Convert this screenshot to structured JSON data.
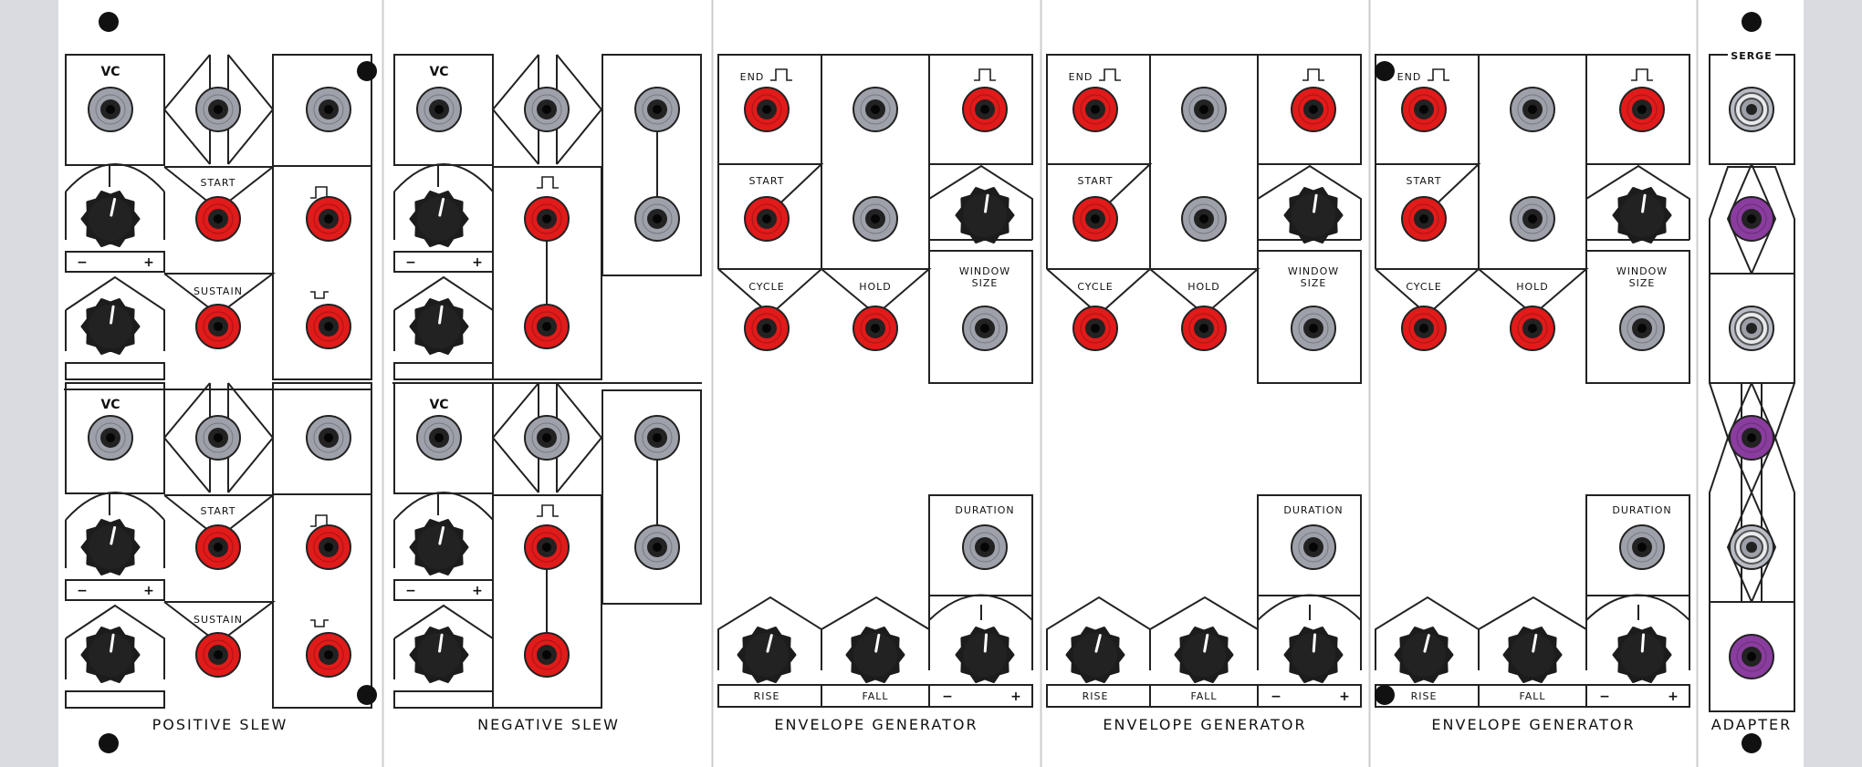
{
  "rack": {
    "colors": {
      "background": "#d9dbe1",
      "panel": "#ffffff",
      "line": "#222222",
      "jack_red": "#e11a1a",
      "jack_gray": "#9ea1aa",
      "jack_purple": "#8a3d9e",
      "knob": "#1c1c1c"
    },
    "modules": [
      {
        "footer": "POSITIVE SLEW",
        "sections": [
          {
            "vc": "VC",
            "start": "START",
            "sustain": "SUSTAIN",
            "minus": "−",
            "plus": "+"
          },
          {
            "vc": "VC",
            "start": "START",
            "sustain": "SUSTAIN",
            "minus": "−",
            "plus": "+"
          }
        ]
      },
      {
        "footer": "NEGATIVE SLEW",
        "sections": [
          {
            "vc": "VC",
            "minus": "−",
            "plus": "+"
          },
          {
            "vc": "VC",
            "minus": "−",
            "plus": "+"
          }
        ]
      },
      {
        "footer": "ENVELOPE GENERATOR",
        "labels": {
          "end": "END",
          "start": "START",
          "cycle": "CYCLE",
          "hold": "HOLD",
          "window1": "WINDOW",
          "window2": "SIZE",
          "duration": "DURATION",
          "rise": "RISE",
          "fall": "FALL",
          "minus": "−",
          "plus": "+"
        }
      },
      {
        "footer": "ENVELOPE GENERATOR",
        "labels": {
          "end": "END",
          "start": "START",
          "cycle": "CYCLE",
          "hold": "HOLD",
          "window1": "WINDOW",
          "window2": "SIZE",
          "duration": "DURATION",
          "rise": "RISE",
          "fall": "FALL",
          "minus": "−",
          "plus": "+"
        }
      },
      {
        "footer": "ENVELOPE GENERATOR",
        "labels": {
          "end": "END",
          "start": "START",
          "cycle": "CYCLE",
          "hold": "HOLD",
          "window1": "WINDOW",
          "window2": "SIZE",
          "duration": "DURATION",
          "rise": "RISE",
          "fall": "FALL",
          "minus": "−",
          "plus": "+"
        }
      },
      {
        "footer": "ADAPTER",
        "logo": "SERGE"
      }
    ]
  }
}
